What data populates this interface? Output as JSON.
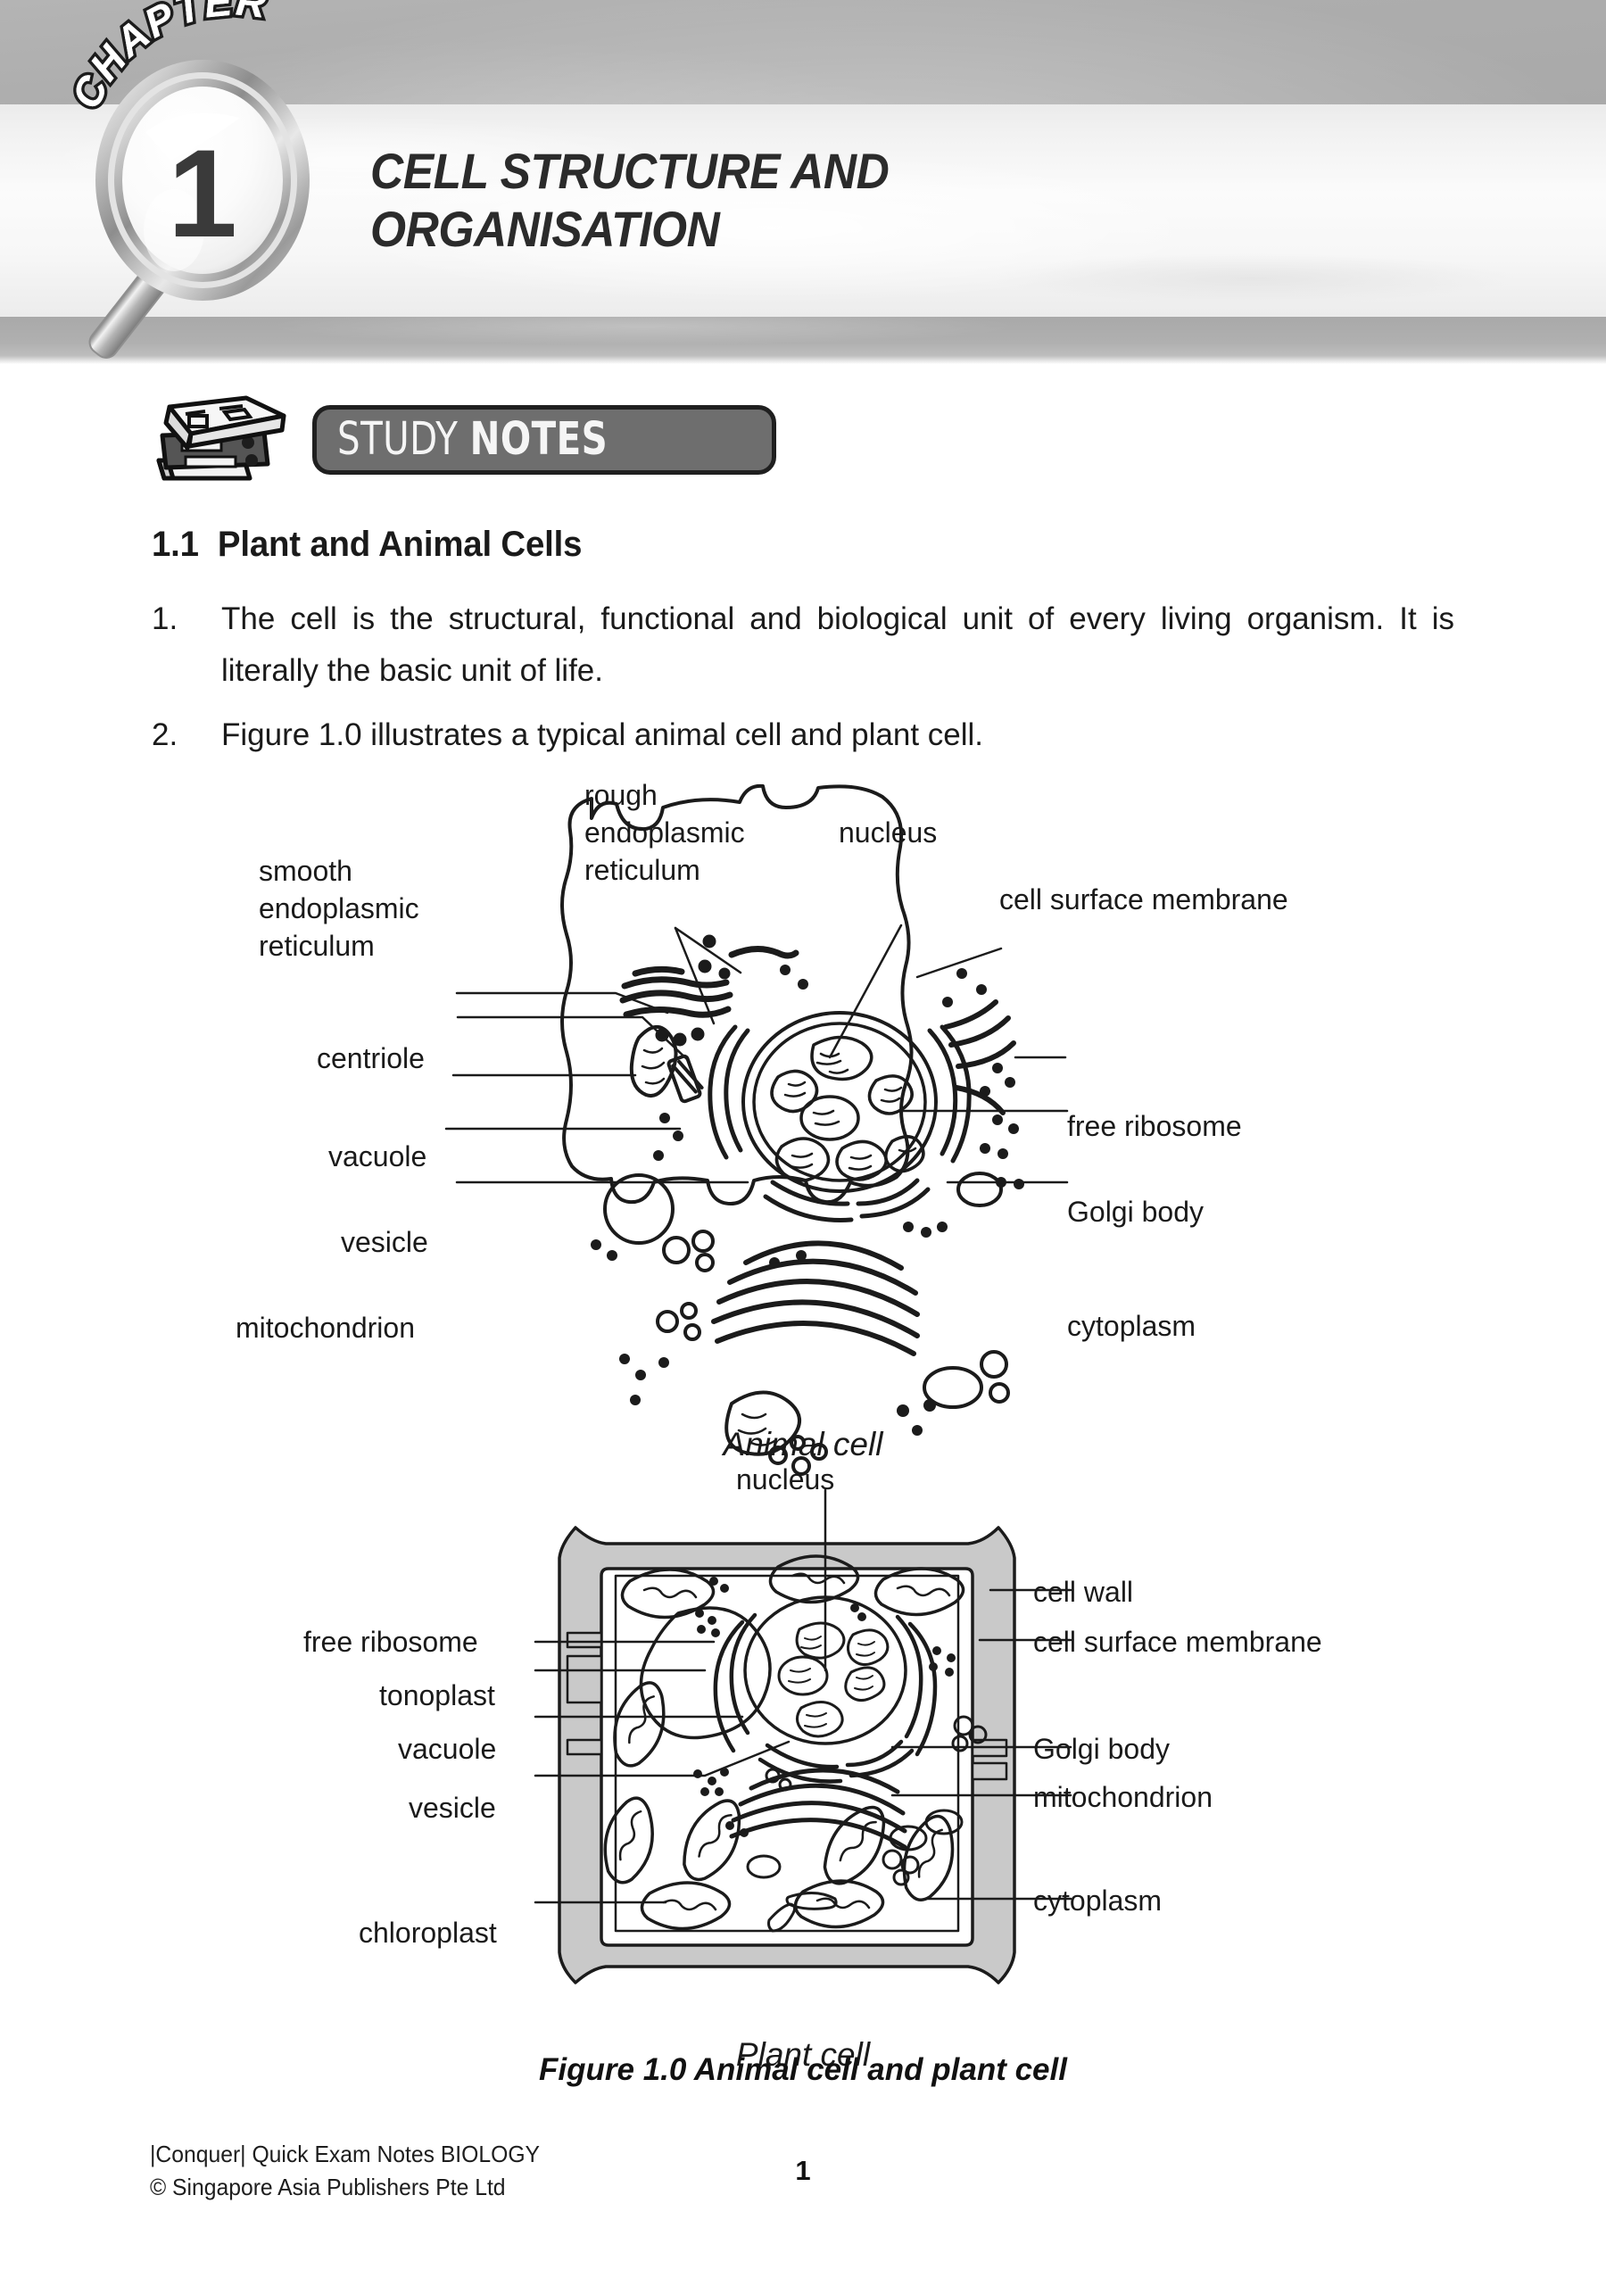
{
  "header": {
    "chapter_word": "CHAPTER",
    "chapter_number": "1",
    "title_line1": "CELL STRUCTURE AND",
    "title_line2": "ORGANISATION"
  },
  "badge": {
    "word1": "STUDY",
    "word2": "NOTES"
  },
  "section": {
    "number": "1.1",
    "heading": "Plant and Animal Cells"
  },
  "paragraphs": [
    {
      "marker": "1.",
      "text": "The cell is the structural, functional and biological unit of every living organism. It is literally the basic unit of life."
    },
    {
      "marker": "2.",
      "text": "Figure 1.0 illustrates a typical animal cell and plant cell."
    }
  ],
  "figure": {
    "animal_cell": {
      "caption": "Animal cell",
      "labels_left": [
        "smooth endoplasmic reticulum",
        "centriole",
        "vacuole",
        "vesicle",
        "mitochondrion"
      ],
      "labels_top": [
        "rough endoplasmic reticulum",
        "nucleus"
      ],
      "labels_right": [
        "cell surface membrane",
        "free ribosome",
        "Golgi body",
        "cytoplasm"
      ],
      "label_smooth_er_l1": "smooth",
      "label_smooth_er_l2": "endoplasmic",
      "label_smooth_er_l3": "reticulum",
      "label_rough_er_l1": "rough",
      "label_rough_er_l2": "endoplasmic",
      "label_rough_er_l3": "reticulum",
      "label_nucleus": "nucleus",
      "label_centriole": "centriole",
      "label_vacuole": "vacuole",
      "label_vesicle": "vesicle",
      "label_mitochondrion": "mitochondrion",
      "label_cell_surface_membrane": "cell surface membrane",
      "label_free_ribosome": "free ribosome",
      "label_golgi_body": "Golgi body",
      "label_cytoplasm": "cytoplasm"
    },
    "plant_cell": {
      "caption": "Plant cell",
      "label_nucleus": "nucleus",
      "label_free_ribosome": "free ribosome",
      "label_tonoplast": "tonoplast",
      "label_vacuole": "vacuole",
      "label_vesicle": "vesicle",
      "label_chloroplast": "chloroplast",
      "label_cell_wall": "cell wall",
      "label_cell_surface_membrane": "cell surface membrane",
      "label_golgi_body": "Golgi body",
      "label_mitochondrion": "mitochondrion",
      "label_cytoplasm": "cytoplasm"
    },
    "caption": "Figure 1.0  Animal cell and plant cell"
  },
  "footer": {
    "line1": "|Conquer| Quick Exam Notes BIOLOGY",
    "line2": "© Singapore Asia Publishers Pte Ltd",
    "page_number": "1"
  },
  "colors": {
    "banner_gray": "#adadad",
    "banner_light": "#f7f7f7",
    "badge_fill": "#6e6e6e",
    "ink": "#1a1a1a",
    "wall_fill": "#c9c9c9"
  }
}
